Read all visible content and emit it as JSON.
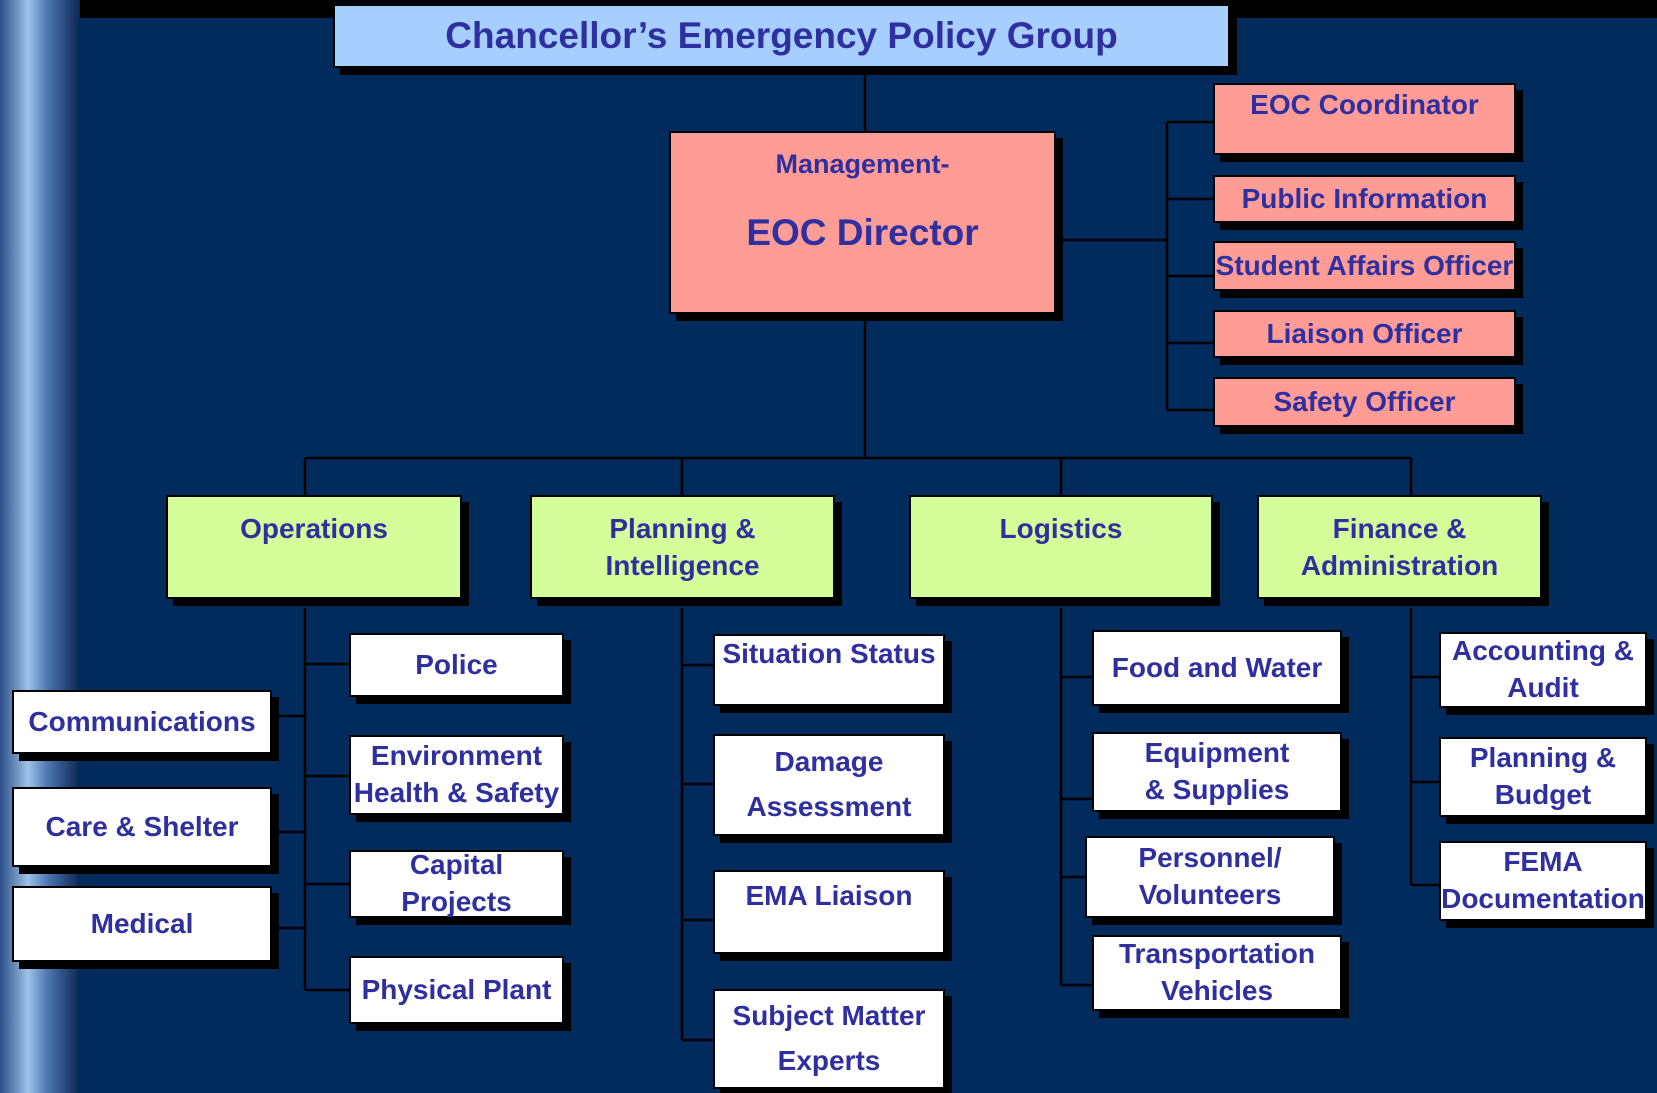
{
  "colors": {
    "background": "#002b5c",
    "policy_group": "#a6cfff",
    "management": "#ff9c96",
    "section": "#d5fd9a",
    "unit": "#ffffff",
    "text": "#2f2fa0"
  },
  "top": {
    "title": "Chancellor’s Emergency Policy Group"
  },
  "management": {
    "label": "Management-",
    "title": "EOC Director"
  },
  "staff": [
    {
      "label": "EOC Coordinator"
    },
    {
      "label": "Public Information"
    },
    {
      "label": "Student Affairs Officer"
    },
    {
      "label": "Liaison Officer"
    },
    {
      "label": "Safety Officer"
    }
  ],
  "sections": [
    {
      "label": "Operations"
    },
    {
      "label": "Planning & Intelligence"
    },
    {
      "label": "Logistics"
    },
    {
      "label_line1": "Finance &",
      "label_line2": "Administration"
    }
  ],
  "operations": {
    "right": [
      {
        "line1": "Police"
      },
      {
        "line1": "Environment",
        "line2": "Health & Safety"
      },
      {
        "line1": "Capital Projects"
      },
      {
        "line1": "Physical Plant"
      }
    ],
    "left": [
      {
        "line1": "Communications"
      },
      {
        "line1": "Care & Shelter"
      },
      {
        "line1": "Medical"
      }
    ]
  },
  "planning": [
    {
      "line1": "Situation Status"
    },
    {
      "line1": "Damage",
      "line2": "Assessment"
    },
    {
      "line1": "EMA Liaison"
    },
    {
      "line1": "Subject Matter",
      "line2": "Experts"
    }
  ],
  "logistics": [
    {
      "line1": "Food and Water"
    },
    {
      "line1": "Equipment",
      "line2": "& Supplies"
    },
    {
      "line1": "Personnel/",
      "line2": "Volunteers"
    },
    {
      "line1": "Transportation",
      "line2": "Vehicles"
    }
  ],
  "finance": [
    {
      "line1": "Accounting &",
      "line2": "Audit"
    },
    {
      "line1": "Planning &",
      "line2": "Budget"
    },
    {
      "line1": "FEMA",
      "line2": "Documentation"
    }
  ]
}
